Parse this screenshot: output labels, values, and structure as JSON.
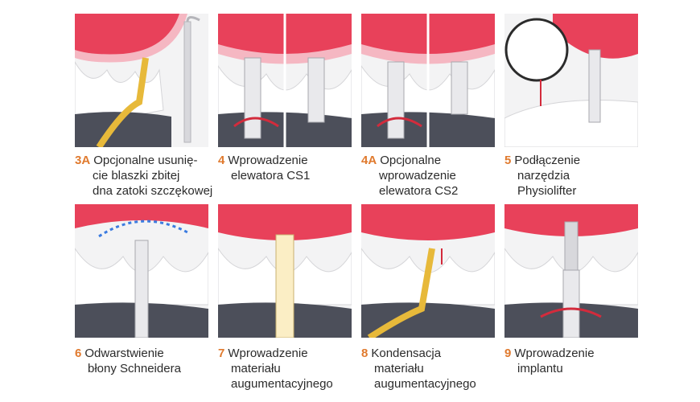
{
  "steps": [
    {
      "num": "3A",
      "lines": [
        "Opcjonalne usunię-",
        "cie blaszki zbitej",
        "dna zatoki szczękowej"
      ]
    },
    {
      "num": "4",
      "lines": [
        "Wprowadzenie",
        "elewatora CS1"
      ]
    },
    {
      "num": "4A",
      "lines": [
        "Opcjonalne",
        "wprowadzenie",
        "elewatora CS2"
      ]
    },
    {
      "num": "5",
      "lines": [
        "Podłączenie",
        "narzędzia",
        "Physiolifter"
      ]
    },
    {
      "num": "6",
      "lines": [
        "Odwarstwienie",
        "błony Schneidera"
      ]
    },
    {
      "num": "7",
      "lines": [
        "Wprowadzenie",
        "materiału",
        "augumentacyjnego"
      ]
    },
    {
      "num": "8",
      "lines": [
        "Kondensacja",
        "materiału",
        "augumentacyjnego"
      ]
    },
    {
      "num": "9",
      "lines": [
        "Wprowadzenie",
        "implantu"
      ]
    }
  ],
  "colors": {
    "accent": "#e07a2e",
    "gum": "#e8415a",
    "tooth": "#ffffff",
    "bone": "#4c4f5a",
    "instrument_gold": "#e7b93a"
  }
}
